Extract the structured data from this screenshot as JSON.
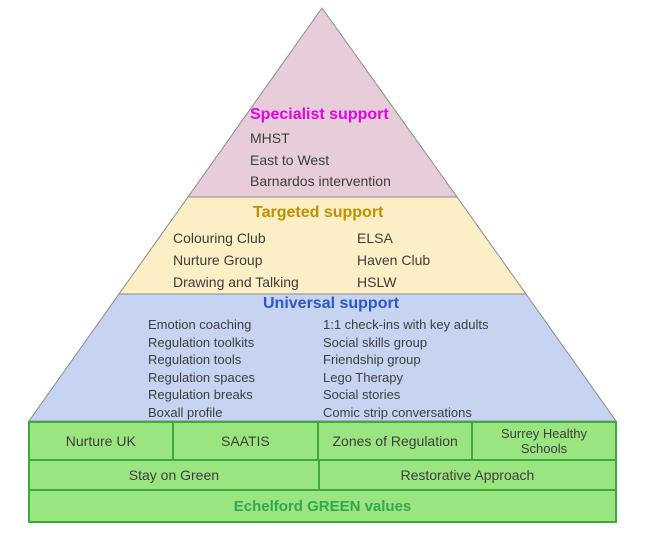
{
  "diagram": {
    "type": "pyramid",
    "levels": [
      {
        "id": "specialist",
        "title": "Specialist support",
        "items": [
          "MHST",
          "East to West",
          "Barnardos intervention"
        ]
      },
      {
        "id": "targeted",
        "title": "Targeted support",
        "items_left": [
          "Colouring Club",
          "Nurture Group",
          "Drawing and Talking"
        ],
        "items_right": [
          "ELSA",
          "Haven Club",
          "HSLW"
        ]
      },
      {
        "id": "universal",
        "title": "Universal support",
        "items_left": [
          "Emotion coaching",
          "Regulation toolkits",
          "Regulation tools",
          "Regulation spaces",
          "Regulation breaks",
          "Boxall profile"
        ],
        "items_right": [
          "1:1 check-ins with key adults",
          "Social skills group",
          "Friendship group",
          "Lego Therapy",
          "Social stories",
          "Comic strip conversations"
        ]
      }
    ],
    "base_table": {
      "row1": [
        "Nurture UK",
        "SAATIS",
        "Zones of Regulation",
        "Surrey Healthy Schools"
      ],
      "row2": [
        "Stay on Green",
        "Restorative Approach"
      ],
      "row3": "Echelford GREEN values"
    },
    "colors": {
      "specialist_fill": "#e6cdd9",
      "targeted_fill": "#fceec5",
      "universal_fill": "#c6d4f1",
      "base_fill": "#9be581",
      "base_border": "#3caa3c",
      "pyramid_edge": "#8b8b8b",
      "specialist_title": "#e800e8",
      "targeted_title": "#bf9000",
      "universal_title": "#2b57c8",
      "base_title": "#2fa850",
      "body_text": "#3d3d3d"
    }
  }
}
